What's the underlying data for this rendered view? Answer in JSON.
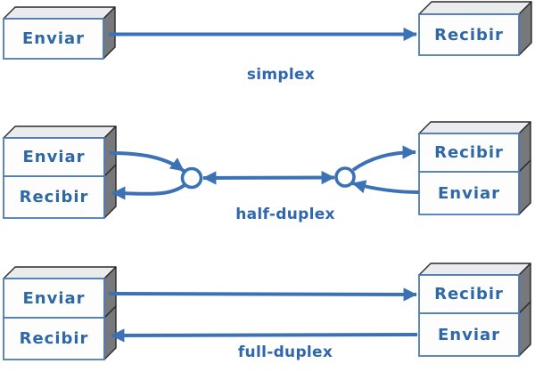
{
  "diagram": {
    "background": "#ffffff",
    "colors": {
      "flow_blue": "#3b72b5",
      "label_text_blue": "#2f67ae",
      "box_text_blue": "#2e68a8",
      "box_front_white": "#fdfdfd",
      "box_border_blue": "#4d7bb5",
      "box_top_gray": "#e9ebec",
      "box_side_gray": "#77787b",
      "box_edge_dark": "#2a2a2a"
    },
    "sections": [
      {
        "id": "simplex",
        "label": "simplex",
        "left_box": {
          "compartments": [
            "Enviar"
          ]
        },
        "right_box": {
          "compartments": [
            "Recibir"
          ]
        }
      },
      {
        "id": "half-duplex",
        "label": "half-duplex",
        "left_box": {
          "compartments": [
            "Enviar",
            "Recibir"
          ]
        },
        "right_box": {
          "compartments": [
            "Recibir",
            "Enviar"
          ]
        }
      },
      {
        "id": "full-duplex",
        "label": "full-duplex",
        "left_box": {
          "compartments": [
            "Enviar",
            "Recibir"
          ]
        },
        "right_box": {
          "compartments": [
            "Recibir",
            "Enviar"
          ]
        }
      }
    ]
  }
}
